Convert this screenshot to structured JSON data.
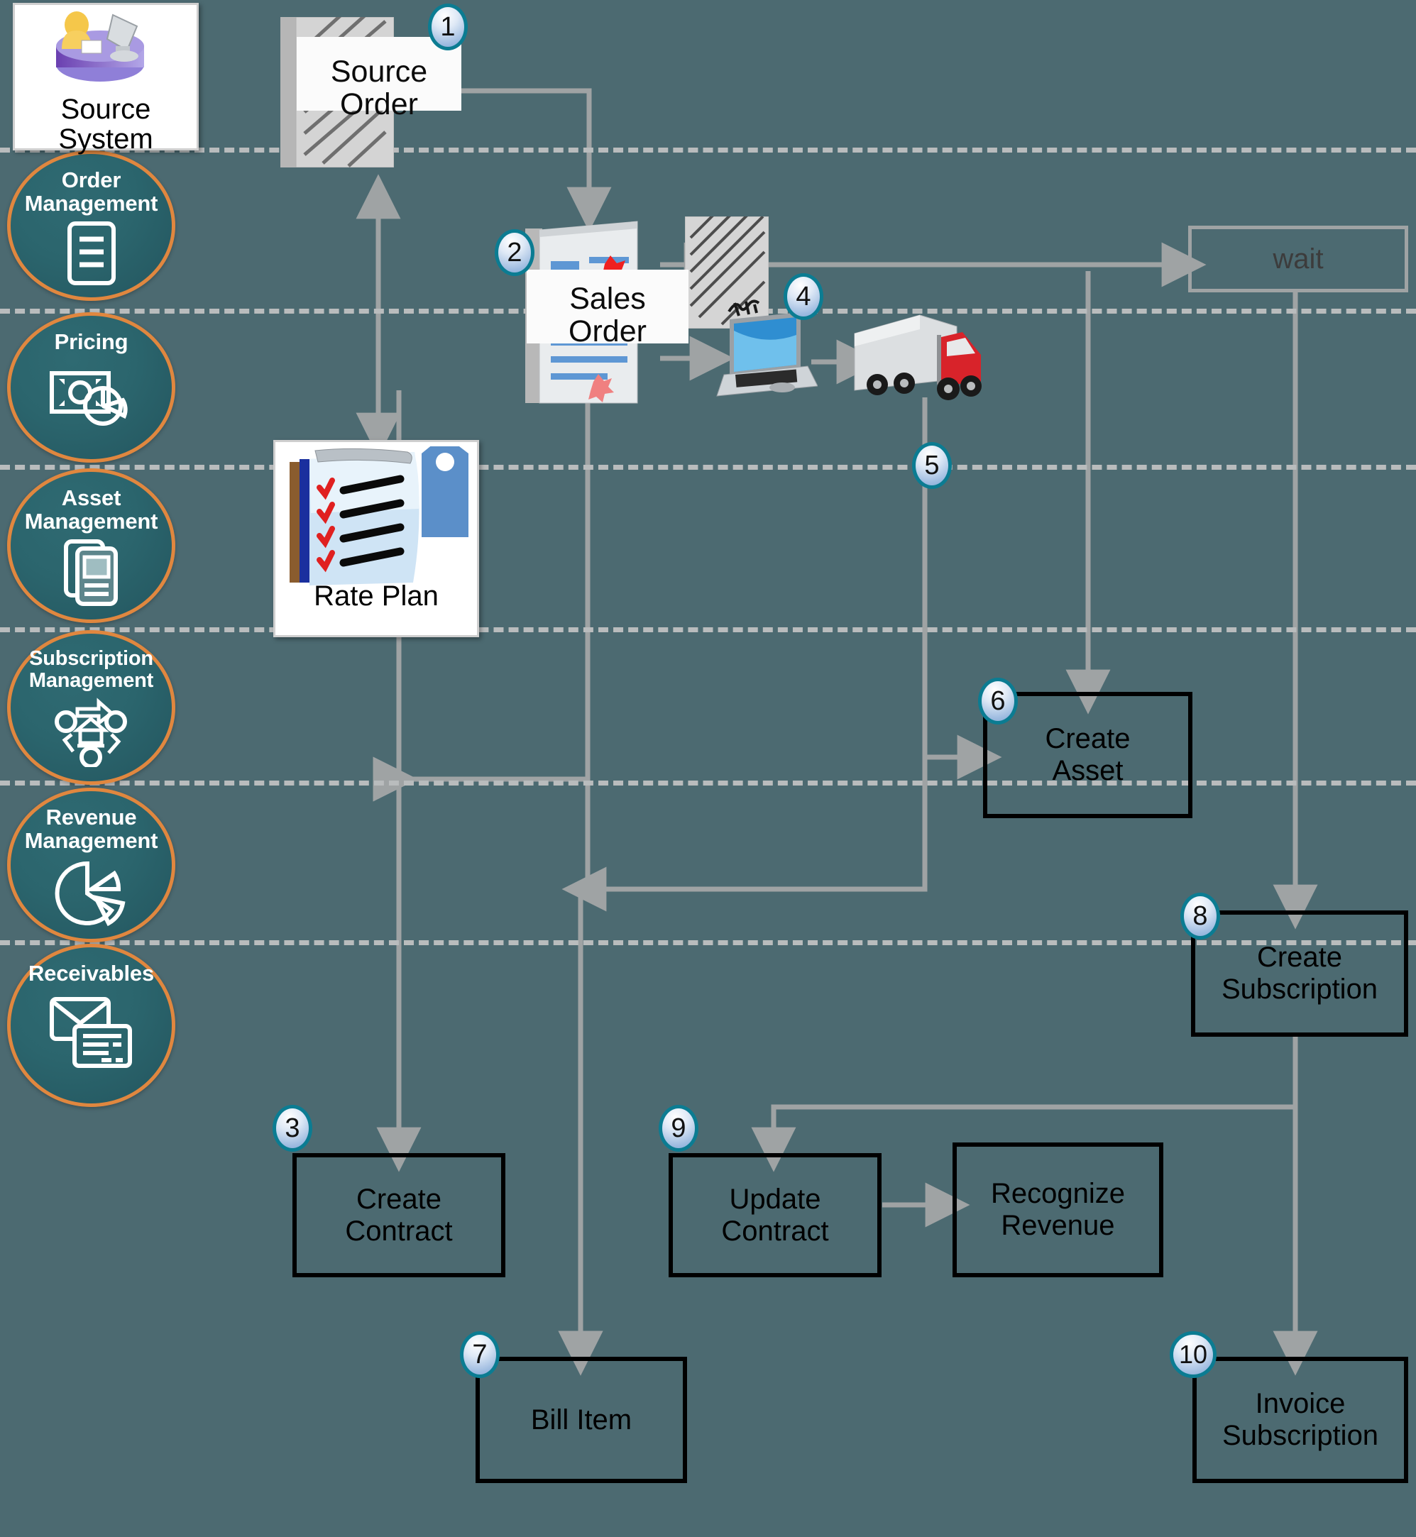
{
  "diagram": {
    "title": "Order to Cash process flow",
    "background_color": "#4c6a71",
    "lane_accent_color": "#e0873f",
    "lane_fill_color": "#2b656d",
    "badge_ring_color": "#0b7c92",
    "connector_color": "#9fa3a4",
    "box_border_color": "#000000"
  },
  "lanes": [
    {
      "id": "order-management",
      "title_line1": "Order",
      "title_line2": "Management",
      "icon": "document-lines-icon"
    },
    {
      "id": "pricing",
      "title_line1": "Pricing",
      "title_line2": "",
      "icon": "money-piechart-icon"
    },
    {
      "id": "asset-management",
      "title_line1": "Asset",
      "title_line2": "Management",
      "icon": "device-stack-icon"
    },
    {
      "id": "subscription-management",
      "title_line1": "Subscription",
      "title_line2": "Management",
      "icon": "recycle-bank-icon"
    },
    {
      "id": "revenue-management",
      "title_line1": "Revenue",
      "title_line2": "Management",
      "icon": "pie-chart-icon"
    },
    {
      "id": "receivables",
      "title_line1": "Receivables",
      "title_line2": "",
      "icon": "envelope-invoice-icon"
    }
  ],
  "clipart": {
    "source_system": {
      "label_line1": "Source",
      "label_line2": "System",
      "icon": "person-computer-database-icon"
    },
    "source_order": {
      "label_line1": "Source",
      "label_line2": "Order",
      "icon": "document-icon"
    },
    "sales_order": {
      "label_line1": "Sales",
      "label_line2": "Order",
      "icon": "sales-order-document-icon"
    },
    "rate_plan": {
      "label": "Rate Plan",
      "icon": "checklist-pricetag-icon"
    },
    "signed_contract": {
      "icon": "signed-document-icon"
    },
    "laptop": {
      "icon": "laptop-icon"
    },
    "truck": {
      "icon": "delivery-truck-icon"
    }
  },
  "nodes": [
    {
      "id": "wait",
      "label_line1": "wait",
      "label_line2": "",
      "badge": null
    },
    {
      "id": "create-asset",
      "label_line1": "Create",
      "label_line2": "Asset",
      "badge": "6"
    },
    {
      "id": "create-subscription",
      "label_line1": "Create",
      "label_line2": "Subscription",
      "badge": "8"
    },
    {
      "id": "create-contract",
      "label_line1": "Create",
      "label_line2": "Contract",
      "badge": "3"
    },
    {
      "id": "update-contract",
      "label_line1": "Update",
      "label_line2": "Contract",
      "badge": "9"
    },
    {
      "id": "recognize-revenue",
      "label_line1": "Recognize",
      "label_line2": "Revenue",
      "badge": null
    },
    {
      "id": "bill-item",
      "label_line1": "Bill Item",
      "label_line2": "",
      "badge": "7"
    },
    {
      "id": "invoice-subscription",
      "label_line1": "Invoice",
      "label_line2": "Subscription",
      "badge": "10"
    }
  ],
  "badges": {
    "b1": "1",
    "b2": "2",
    "b3": "3",
    "b4": "4",
    "b5": "5",
    "b6": "6",
    "b7": "7",
    "b8": "8",
    "b9": "9",
    "b10": "10"
  }
}
